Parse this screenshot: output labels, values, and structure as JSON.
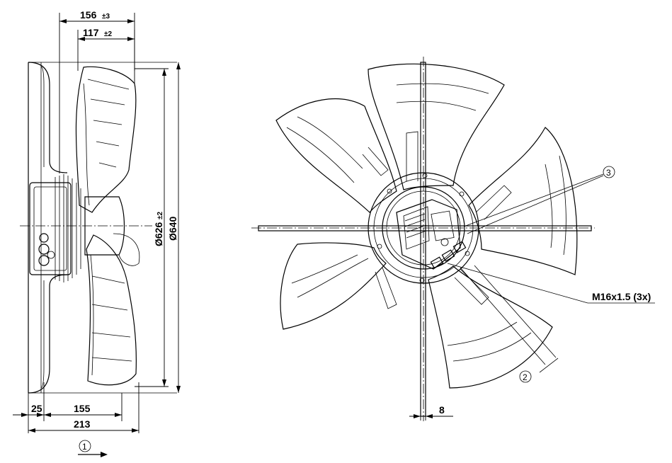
{
  "dimensions": {
    "overall_depth": "156",
    "overall_depth_tol": "±3",
    "blade_depth": "117",
    "blade_depth_tol": "±2",
    "blade_diameter": "Ø626",
    "blade_diameter_tol": "±2",
    "outer_diameter": "Ø640",
    "flange_offset": "25",
    "mount_depth": "155",
    "total_length": "213",
    "strut_width": "8",
    "cable_gland": "M16x1.5 (3x)"
  },
  "callouts": {
    "airflow": "1",
    "rotation": "2",
    "gland_ref": "3"
  }
}
